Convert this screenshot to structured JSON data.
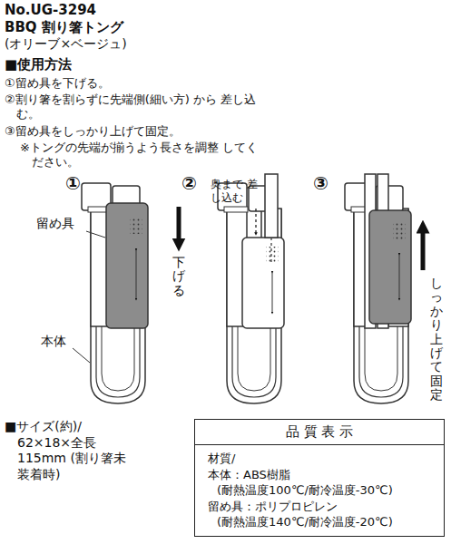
{
  "diagram": {
    "title": "BBQ 割り箸トング",
    "nodes": [
      {
        "text": [
          "品 質 表 示",
          "材質/",
          "本体：ABS樹脂",
          "(耐熱温度100℃/耐冷温度-30℃)",
          "留め具：ポリプロピレン",
          "(耐熱温度140℃/耐冷温度-20℃)"
        ]
      }
    ],
    "labels": [
      "No.UG-3294",
      "(オリーブ×ベージュ)",
      "■使用方法",
      "①留め具を下げる。",
      "②割り箸を割らずに先端側(細い方) から 差し込む。",
      "③留め具をしっかり上げて固定。",
      "※トングの先端が揃うよう長さを調整 してください。",
      "①",
      "②",
      "③",
      "留め具",
      "下げる",
      "本体",
      "奥まで 差し込む",
      "しっかり上げて固定",
      "■サイズ(約)/ 62×18×全長115mm (割り箸未装着時)"
    ]
  }
}
